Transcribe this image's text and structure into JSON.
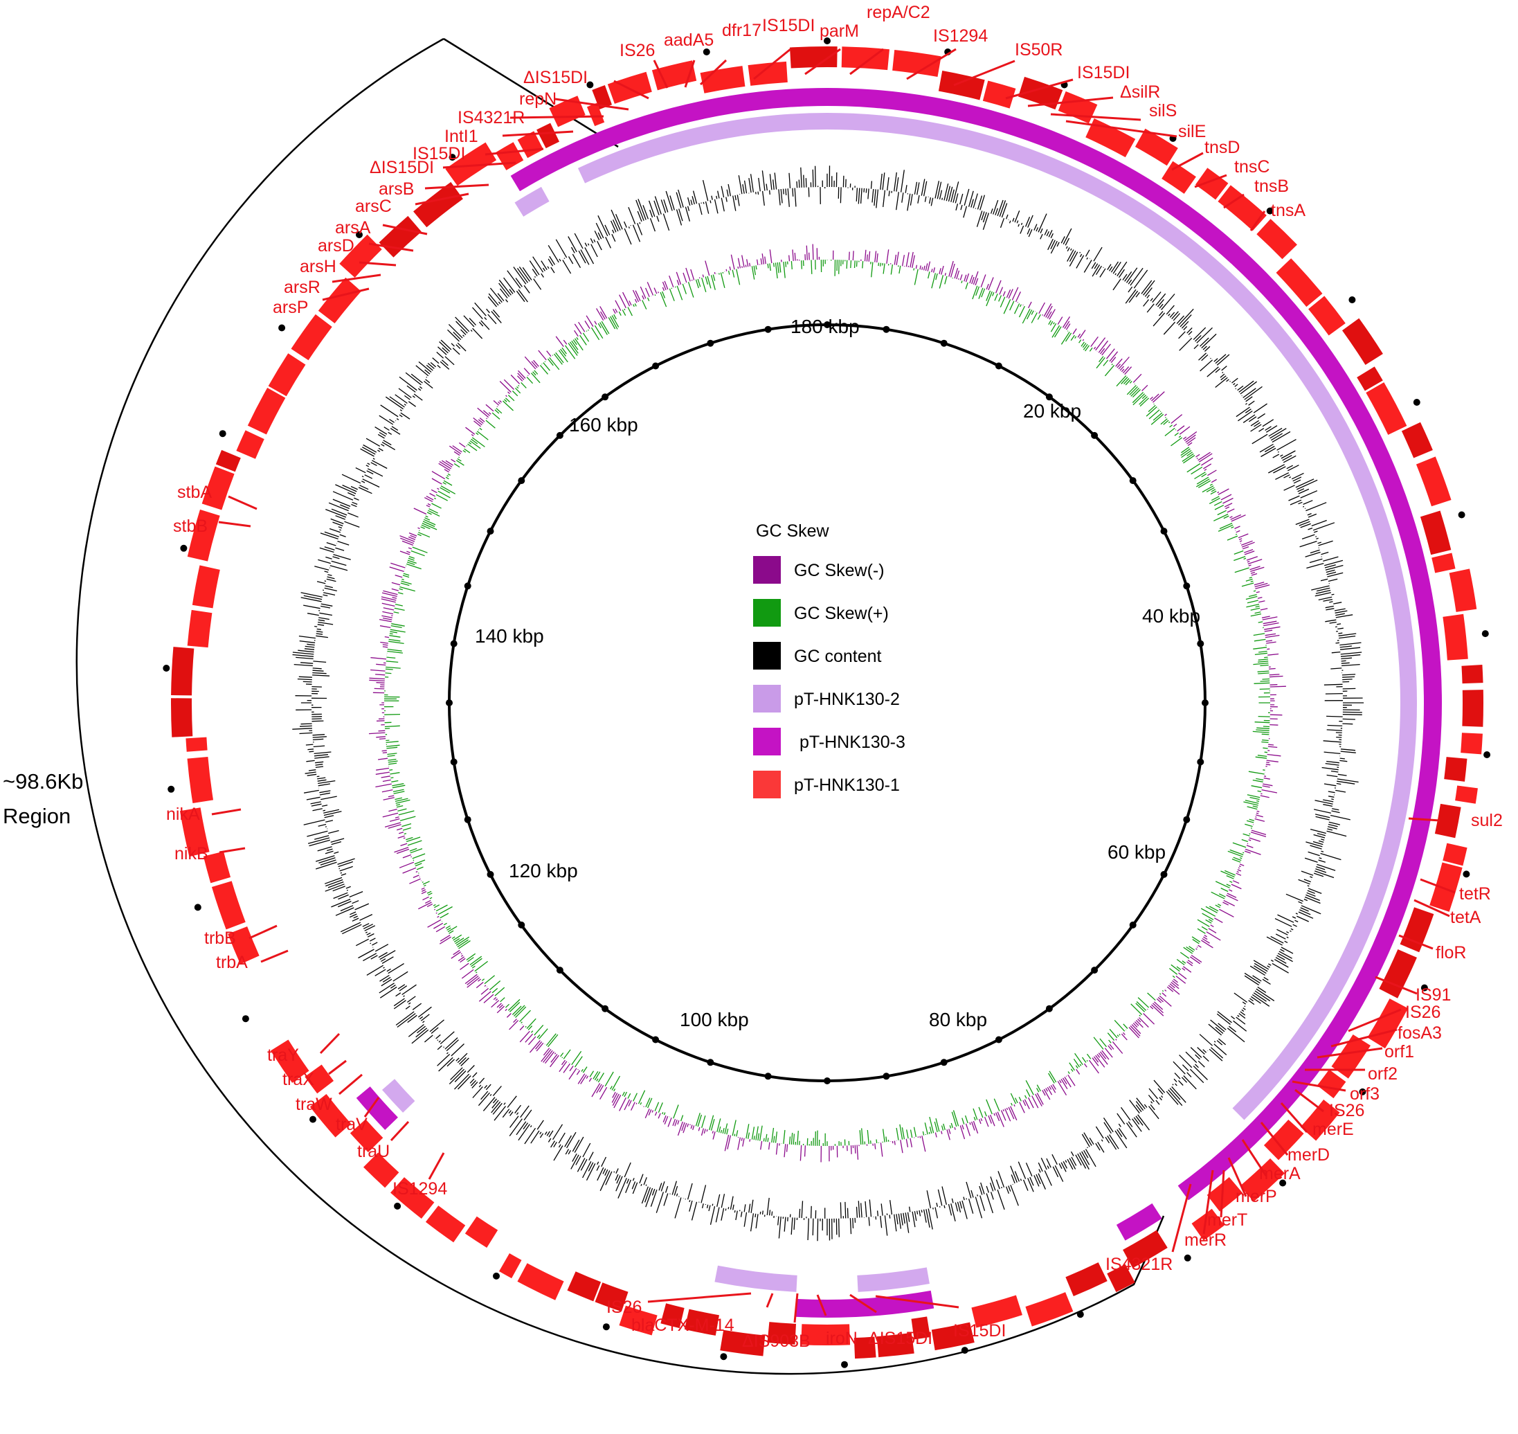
{
  "legend": {
    "title": "GC Skew",
    "items": [
      {
        "label": "GC Skew(-)",
        "color": "#8b0a8b"
      },
      {
        "label": "GC Skew(+)",
        "color": "#119a11"
      },
      {
        "label": "GC content",
        "color": "#000000"
      },
      {
        "label": "pT-HNK130-2",
        "color": "#c99be8"
      },
      {
        "label": "pT-HNK130-3",
        "color": "#c413c4"
      },
      {
        "label": "pT-HNK130-1",
        "color": "#fa3838"
      }
    ]
  },
  "kbp_labels": [
    "180 kbp",
    "20 kbp",
    "40 kbp",
    "60 kbp",
    "80 kbp",
    "100 kbp",
    "120 kbp",
    "140 kbp",
    "160 kbp"
  ],
  "region": {
    "line1": "~98.6Kb",
    "line2": "Region"
  },
  "gene_labels": [
    "IS15DI",
    "parM",
    "repA/C2",
    "IS1294",
    "IS50R",
    "IS15DI",
    "ΔsilR",
    "silS",
    "silE",
    "tnsD",
    "tnsC",
    "tnsB",
    "tnsA",
    "sul2",
    "tetR",
    "tetA",
    "floR",
    "IS91",
    "IS26",
    "fosA3",
    "orf1",
    "orf2",
    "orf3",
    "IS26",
    "merE",
    "merD",
    "merA",
    "merP",
    "merT",
    "merR",
    "IS4321R",
    "IS15DI",
    "ΔIS15DI",
    "iroN",
    "ΔIS903B",
    "blaCTX-M-14",
    "IS26",
    "IS1294",
    "traU",
    "traV",
    "traW",
    "traX",
    "traY",
    "trbA",
    "trbB",
    "nikB",
    "nikA",
    "stbB",
    "stbA",
    "arsP",
    "arsR",
    "arsH",
    "arsD",
    "arsA",
    "arsC",
    "arsB",
    "ΔIS15DI",
    "IS15DI",
    "IntI1",
    "IS4321R",
    "repN",
    "ΔIS15DI",
    "IS26",
    "aadA5",
    "dfr17"
  ],
  "colors": {
    "gene_red": "#fa2020",
    "label_red": "#e8141b",
    "skew_minus": "#8b0a8b",
    "skew_plus": "#119a11",
    "gc_content": "#000000",
    "ring2": "#d3a9ee",
    "ring3": "#c413c4"
  }
}
